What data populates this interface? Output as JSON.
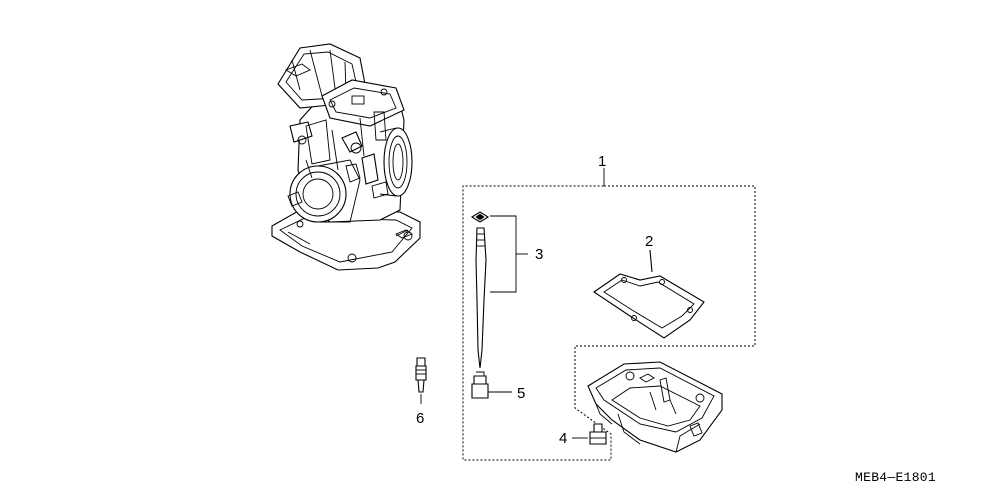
{
  "diagram": {
    "callouts": {
      "c1": "1",
      "c2": "2",
      "c3": "3",
      "c4": "4",
      "c5": "5",
      "c6": "6"
    },
    "diagram_code": "MEB4—E1801",
    "parts": {
      "carburetor_assembly": "carburetor-assembly",
      "float_chamber_gasket": "float-chamber-gasket",
      "jet_needle_set": "jet-needle-set",
      "float_chamber_body": "float-chamber-body",
      "drain_screw": "drain-screw",
      "main_jet": "main-jet",
      "pilot_screw": "pilot-screw"
    }
  }
}
